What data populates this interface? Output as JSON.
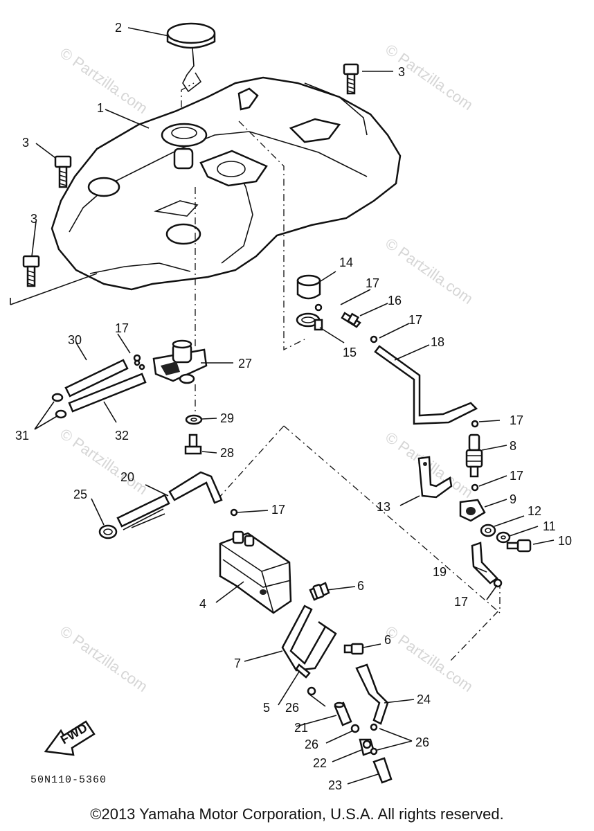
{
  "diagram": {
    "code": "50N110-5360",
    "fwd_label": "FWD",
    "watermark": "© Partzilla.com",
    "callouts": {
      "c1": "1",
      "c2": "2",
      "c3a": "3",
      "c3b": "3",
      "c3c": "3",
      "c4": "4",
      "c5": "5",
      "c6a": "6",
      "c6b": "6",
      "c7": "7",
      "c8": "8",
      "c9": "9",
      "c10": "10",
      "c11": "11",
      "c12": "12",
      "c13": "13",
      "c14": "14",
      "c15": "15",
      "c16": "16",
      "c17a": "17",
      "c17b": "17",
      "c17c": "17",
      "c17d": "17",
      "c17e": "17",
      "c17f": "17",
      "c17g": "17",
      "c18": "18",
      "c19": "19",
      "c20": "20",
      "c21": "21",
      "c22": "22",
      "c23": "23",
      "c24": "24",
      "c25": "25",
      "c26a": "26",
      "c26b": "26",
      "c26c": "26",
      "c27": "27",
      "c28": "28",
      "c29": "29",
      "c30": "30",
      "c31": "31",
      "c32": "32"
    }
  },
  "footer": {
    "copyright": "©2013 Yamaha Motor Corporation, U.S.A. All rights reserved."
  }
}
